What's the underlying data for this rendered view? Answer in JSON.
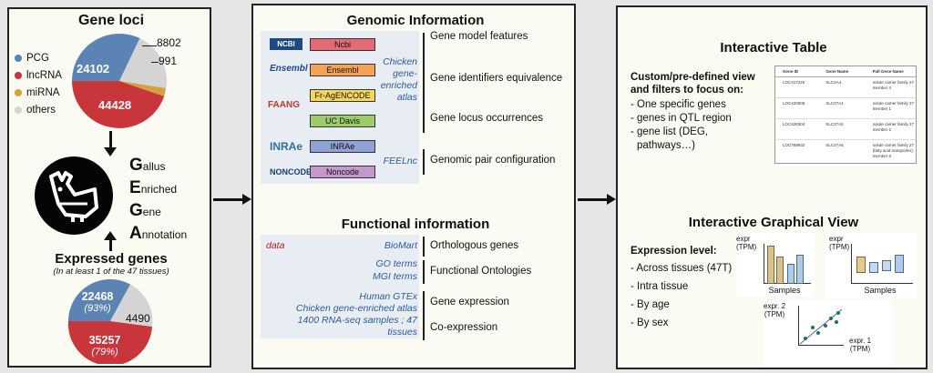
{
  "left": {
    "gene_loci_title": "Gene loci",
    "legend": [
      {
        "label": "PCG",
        "color": "#5b84b5"
      },
      {
        "label": "lncRNA",
        "color": "#c8353a"
      },
      {
        "label": "miRNA",
        "color": "#d4a23a"
      },
      {
        "label": "others",
        "color": "#d4d4d4"
      }
    ],
    "pie1": {
      "pcg": "24102",
      "lnc": "44428",
      "mirna": "991",
      "others": "8802"
    },
    "gega": [
      {
        "initial": "G",
        "rest": "allus"
      },
      {
        "initial": "E",
        "rest": "nriched"
      },
      {
        "initial": "G",
        "rest": "ene"
      },
      {
        "initial": "A",
        "rest": "nnotation"
      }
    ],
    "expressed_title": "Expressed genes",
    "expressed_sub": "(In at least 1 of the 47 tissues)",
    "pie2": {
      "pcg": "22468",
      "pcg_pct": "(93%)",
      "lnc": "35257",
      "lnc_pct": "(79%)",
      "others": "4490"
    }
  },
  "genomic": {
    "title": "Genomic Information",
    "logos": [
      "NCBI",
      "Ensembl",
      "FAANG",
      "INRAe",
      "NONCODE"
    ],
    "bars": [
      {
        "label": "Ncbi",
        "color": "#e66a74"
      },
      {
        "label": "Ensembl",
        "color": "#f3a256"
      },
      {
        "label": "Fr-AgENCODE",
        "color": "#f6d65a"
      },
      {
        "label": "UC Davis",
        "color": "#9ccc68"
      },
      {
        "label": "INRAe",
        "color": "#8fa2d6"
      },
      {
        "label": "Noncode",
        "color": "#c497cf"
      }
    ],
    "chicken_atlas": [
      "Chicken",
      "gene-",
      "enriched",
      "atlas"
    ],
    "feelnc": "FEELnc",
    "features": [
      "Gene model features",
      "Gene identifiers equivalence",
      "Gene locus occurrences",
      "Genomic pair configuration"
    ]
  },
  "functional": {
    "title": "Functional information",
    "data_label": "data",
    "sources": {
      "biomart": "BioMart",
      "go": "GO terms",
      "mgi": "MGI terms",
      "gtex": "Human GTEx",
      "atlas": "Chicken gene-enriched atlas",
      "rnaseq1": "1400 RNA-seq samples ; 47",
      "rnaseq2": "tissues"
    },
    "features": [
      "Orthologous genes",
      "Functional Ontologies",
      "Gene expression",
      "Co-expression"
    ]
  },
  "table": {
    "title": "Interactive Table",
    "intro_line1": "Custom/pre-defined view",
    "intro_line2": "and filters to focus on:",
    "bullets": [
      "- One specific genes",
      "- genes in QTL region",
      "- gene list (DEG,",
      "pathways…)"
    ],
    "headers": [
      "Gene ID",
      "Gene Name",
      "Full Gene Name"
    ],
    "rows": [
      {
        "id": "LOC417220",
        "name": "SLC2A4",
        "full": "solute carrier family 27 member 4"
      },
      {
        "id": "LOC420008",
        "name": "SLC27A1",
        "full": "solute carrier family 27 member 1"
      },
      {
        "id": "LOC426304",
        "name": "SLC27A2",
        "full": "solute carrier family 27 member 2"
      },
      {
        "id": "LOC769932",
        "name": "SLC27A6",
        "full": "solute carrier family 27 (fatty acid transporter), member 6"
      }
    ]
  },
  "graph": {
    "title": "Interactive Graphical View",
    "level_title": "Expression level:",
    "bullets": [
      "- Across tissues (47T)",
      "- Intra tissue",
      "- By age",
      "- By sex"
    ],
    "bar_ylabel1": "expr",
    "bar_ylabel2": "(TPM)",
    "bar_xlabel": "Samples",
    "box_ylabel1": "expr",
    "box_ylabel2": "(TPM)",
    "box_xlabel": "Samples",
    "scatter_y1": "expr. 2",
    "scatter_y2": "(TPM)",
    "scatter_x1": "expr. 1",
    "scatter_x2": "(TPM)"
  }
}
